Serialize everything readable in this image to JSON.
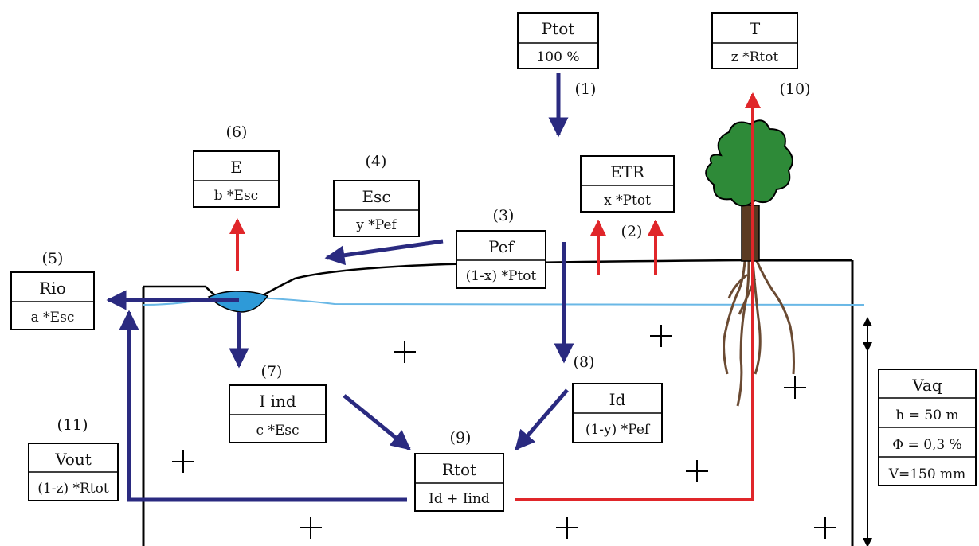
{
  "boxes": {
    "ptot": {
      "title": "Ptot",
      "value": "100 %"
    },
    "t": {
      "title": "T",
      "value": "z *Rtot"
    },
    "e": {
      "title": "E",
      "value": "b *Esc"
    },
    "esc": {
      "title": "Esc",
      "value": "y *Pef"
    },
    "etr": {
      "title": "ETR",
      "value": "x *Ptot"
    },
    "pef": {
      "title": "Pef",
      "value": "(1-x) *Ptot"
    },
    "rio": {
      "title": "Rio",
      "value": "a *Esc"
    },
    "iind": {
      "title": "I ind",
      "value": "c *Esc"
    },
    "id": {
      "title": "Id",
      "value": "(1-y) *Pef"
    },
    "rtot": {
      "title": "Rtot",
      "value": "Id + Iind"
    },
    "vout": {
      "title": "Vout",
      "value": "(1-z) *Rtot"
    },
    "vaq": {
      "title": "Vaq",
      "lines": [
        "h = 50 m",
        "Φ = 0,3 %",
        "V=150 mm"
      ]
    }
  },
  "labels": {
    "n1": "(1)",
    "n2": "(2)",
    "n3": "(3)",
    "n4": "(4)",
    "n5": "(5)",
    "n6": "(6)",
    "n7": "(7)",
    "n8": "(8)",
    "n9": "(9)",
    "n10": "(10)",
    "n11": "(11)"
  },
  "colors": {
    "blue_arrow": "#2a2a80",
    "red_arrow": "#e0262a",
    "water_line": "#6ab8e6",
    "pond": "#2e9ad8",
    "tree_crown": "#2e8a38",
    "tree_trunk": "#5a3a22",
    "roots": "#6a4a32"
  }
}
